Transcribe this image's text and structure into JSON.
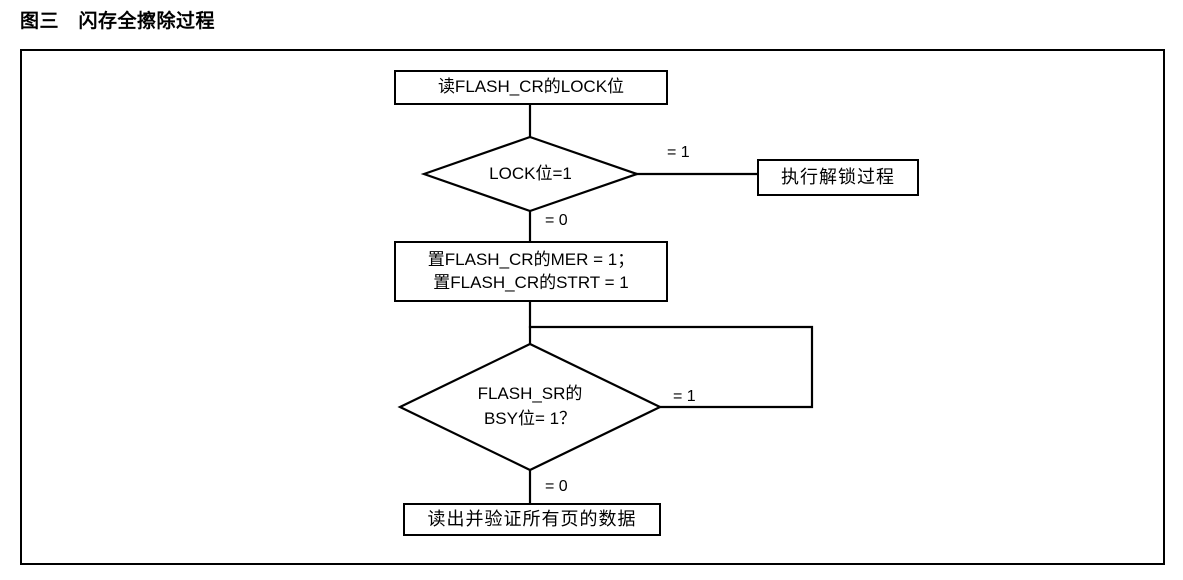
{
  "figure": {
    "title": "图三　闪存全擦除过程"
  },
  "flowchart": {
    "type": "flowchart",
    "nodes": [
      {
        "id": "read-lock",
        "shape": "process",
        "lines": [
          "读FLASH_CR的LOCK位"
        ]
      },
      {
        "id": "lock-check",
        "shape": "decision",
        "lines": [
          "LOCK位=1"
        ]
      },
      {
        "id": "unlock",
        "shape": "process",
        "lines": [
          "执行解锁过程"
        ]
      },
      {
        "id": "set-mer-strt",
        "shape": "process",
        "lines": [
          "置FLASH_CR的MER = 1；",
          "置FLASH_CR的STRT = 1"
        ]
      },
      {
        "id": "bsy-check",
        "shape": "decision",
        "lines": [
          "FLASH_SR的",
          "BSY位= 1？"
        ]
      },
      {
        "id": "verify-pages",
        "shape": "process",
        "lines": [
          "读出并验证所有页的数据"
        ]
      }
    ],
    "edge_labels": {
      "lock_true": "= 1",
      "lock_false": "= 0",
      "bsy_true": "= 1",
      "bsy_false": "= 0"
    }
  },
  "colors": {
    "stroke": "#000000",
    "fill": "#ffffff",
    "text": "#000000"
  }
}
